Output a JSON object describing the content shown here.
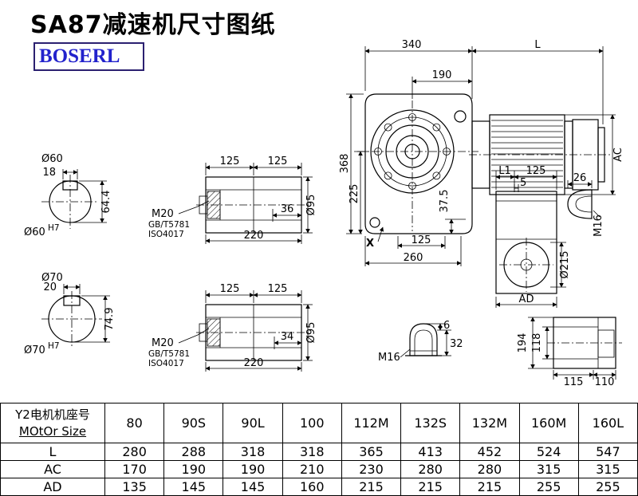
{
  "colors": {
    "line": "#000000",
    "logo_text": "#2222cc",
    "logo_border": "#2b2070",
    "background": "#ffffff"
  },
  "header": {
    "title": "SA87减速机尺寸图纸",
    "logo": "BOSERL"
  },
  "drawing": {
    "main_view": {
      "dim_340": "340",
      "dim_L": "L",
      "dim_190": "190",
      "dim_368": "368",
      "dim_225": "225",
      "dim_37_5": "37.5",
      "dim_125": "125",
      "dim_260": "260",
      "label_X": "X",
      "dim_AC": "AC"
    },
    "shaft_section_60": {
      "dia": "Ø60",
      "key_width": "18",
      "key_height": "64.4",
      "fit": "Ø60",
      "fit_tol": "H7"
    },
    "shaft_section_70": {
      "dia": "Ø70",
      "key_width": "20",
      "key_height": "74.9",
      "fit": "Ø70",
      "fit_tol": "H7"
    },
    "shaft_detail_top": {
      "dim_125_left": "125",
      "dim_125_right": "125",
      "dim_bore": "36",
      "dim_length": "220",
      "dia": "Ø95",
      "thread": "M20",
      "std1": "GB/T5781",
      "std2": "ISO4017"
    },
    "shaft_detail_bottom": {
      "dim_125_left": "125",
      "dim_125_right": "125",
      "dim_bore": "34",
      "dim_length": "220",
      "dia": "Ø95",
      "thread": "M20",
      "std1": "GB/T5781",
      "std2": "ISO4017"
    },
    "side_view": {
      "dim_L1": "L1",
      "dim_125": "125",
      "dim_5": "5",
      "dia": "Ø215",
      "dim_AD": "AD"
    },
    "plug_top": {
      "dim_26": "26",
      "thread": "M16"
    },
    "plug_bottom": {
      "dim_6": "6",
      "dim_32": "32",
      "thread": "M16"
    },
    "rear_view": {
      "dim_194": "194",
      "dim_118": "118",
      "dim_115": "115",
      "dim_110": "110"
    }
  },
  "table": {
    "header_cn": "Y2电机机座号",
    "header_en": "MOtOr Size",
    "columns": [
      "80",
      "90S",
      "90L",
      "100",
      "112M",
      "132S",
      "132M",
      "160M",
      "160L"
    ],
    "rows": [
      {
        "label": "L",
        "values": [
          "280",
          "288",
          "318",
          "318",
          "365",
          "413",
          "452",
          "524",
          "547"
        ]
      },
      {
        "label": "AC",
        "values": [
          "170",
          "190",
          "190",
          "210",
          "230",
          "280",
          "280",
          "315",
          "315"
        ]
      },
      {
        "label": "AD",
        "values": [
          "135",
          "145",
          "145",
          "160",
          "215",
          "215",
          "215",
          "255",
          "255"
        ]
      }
    ]
  }
}
